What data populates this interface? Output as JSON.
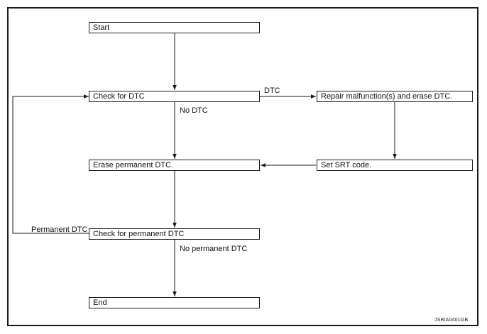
{
  "steps": {
    "start": "Start",
    "check_dtc": "Check for DTC",
    "repair": "Repair malfunction(s) and erase DTC.",
    "set_srt": "Set SRT code.",
    "erase_permanent": "Erase permanent DTC.",
    "check_permanent": "Check for permanent DTC",
    "end": "End"
  },
  "branches": {
    "dtc": "DTC",
    "no_dtc": "No DTC",
    "permanent_dtc": "Permanent DTC",
    "no_permanent_dtc": "No permanent DTC"
  },
  "figure_code": "JSBIA0401GB"
}
